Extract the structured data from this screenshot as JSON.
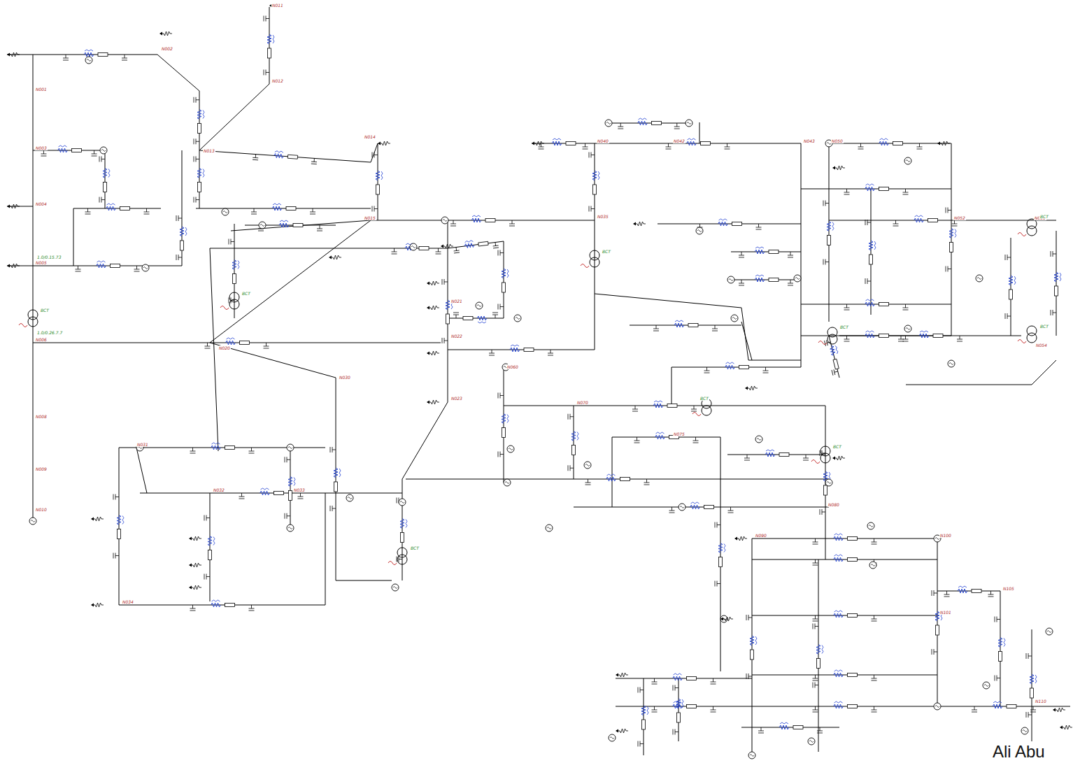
{
  "diagram": {
    "labels": [
      "N001",
      "N002",
      "N003",
      "N004",
      "N005",
      "N006",
      "N008",
      "N009",
      "N010",
      "N011",
      "N012",
      "N013",
      "N014",
      "N015",
      "N020",
      "N021",
      "N022",
      "N023",
      "N030",
      "N031",
      "N032",
      "N033",
      "N034",
      "N035",
      "N040",
      "N042",
      "N043",
      "N050",
      "N052",
      "N053",
      "N054",
      "N060",
      "N070",
      "N075",
      "N080",
      "N090",
      "N100",
      "N101",
      "N105",
      "N110",
      "BCT",
      "BCT",
      "BCT",
      "BCT",
      "BCT",
      "BCT",
      "BCT",
      "BCT",
      "BCT",
      "1.0/0.15.73",
      "1.0/0.26.7.7",
      "Ali Abu"
    ]
  }
}
